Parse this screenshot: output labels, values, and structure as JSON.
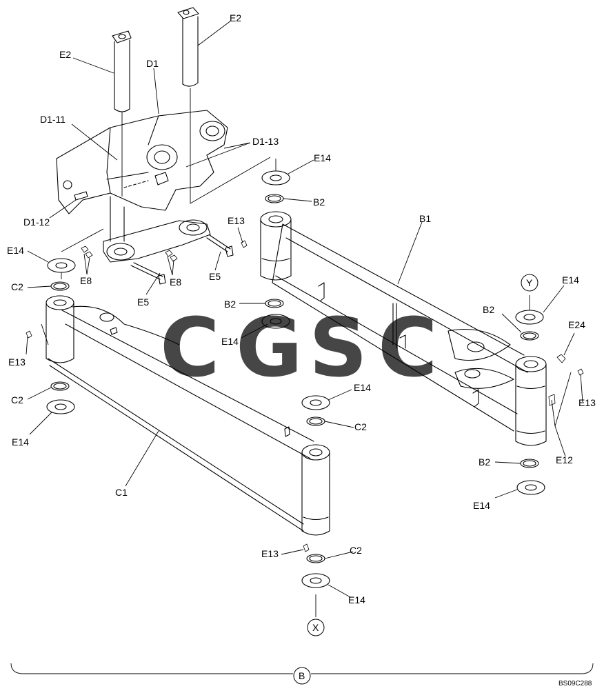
{
  "callouts": [
    {
      "id": "e2a",
      "text": "E2"
    },
    {
      "id": "e2b",
      "text": "E2"
    },
    {
      "id": "d1",
      "text": "D1"
    },
    {
      "id": "d1_11",
      "text": "D1-11"
    },
    {
      "id": "d1_13",
      "text": "D1-13"
    },
    {
      "id": "d1_12",
      "text": "D1-12"
    },
    {
      "id": "e14_top",
      "text": "E14"
    },
    {
      "id": "b2_top",
      "text": "B2"
    },
    {
      "id": "e13_b",
      "text": "E13"
    },
    {
      "id": "b1",
      "text": "B1"
    },
    {
      "id": "e14_left",
      "text": "E14"
    },
    {
      "id": "e8a",
      "text": "E8"
    },
    {
      "id": "e8b",
      "text": "E8"
    },
    {
      "id": "e5a",
      "text": "E5"
    },
    {
      "id": "e5b",
      "text": "E5"
    },
    {
      "id": "c2_top",
      "text": "C2"
    },
    {
      "id": "b2_mid",
      "text": "B2"
    },
    {
      "id": "e14_mid",
      "text": "E14"
    },
    {
      "id": "e13_left",
      "text": "E13"
    },
    {
      "id": "c2_left",
      "text": "C2"
    },
    {
      "id": "e14_lbot",
      "text": "E14"
    },
    {
      "id": "e14_y",
      "text": "E14"
    },
    {
      "id": "b2_right",
      "text": "B2"
    },
    {
      "id": "e24",
      "text": "E24"
    },
    {
      "id": "e13_right",
      "text": "E13"
    },
    {
      "id": "e14_c",
      "text": "E14"
    },
    {
      "id": "c2_c",
      "text": "C2"
    },
    {
      "id": "e12",
      "text": "E12"
    },
    {
      "id": "b2_bot",
      "text": "B2"
    },
    {
      "id": "e14_rbot",
      "text": "E14"
    },
    {
      "id": "c1",
      "text": "C1"
    },
    {
      "id": "e13_c",
      "text": "E13"
    },
    {
      "id": "c2_bot",
      "text": "C2"
    },
    {
      "id": "e14_bot",
      "text": "E14"
    }
  ],
  "markers": {
    "x": "X",
    "y": "Y",
    "b": "B"
  },
  "drawing_code": "BS09C288",
  "watermark": {
    "letters": [
      "C",
      "G",
      "S",
      "C"
    ],
    "colors": [
      "#4f8ff0",
      "#f07a6e",
      "#f7cf3f",
      "#3da97a"
    ]
  }
}
